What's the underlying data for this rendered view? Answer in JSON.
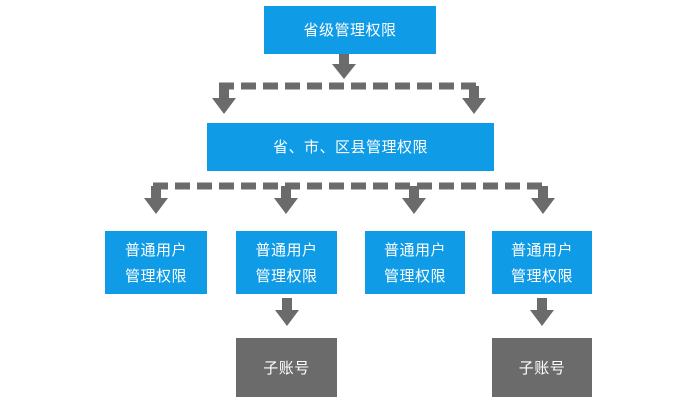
{
  "nodes": {
    "province": "省级管理权限",
    "multi_level": "省、市、区县管理权限",
    "user_1": {
      "line1": "普通用户",
      "line2": "管理权限"
    },
    "user_2": {
      "line1": "普通用户",
      "line2": "管理权限"
    },
    "user_3": {
      "line1": "普通用户",
      "line2": "管理权限"
    },
    "user_4": {
      "line1": "普通用户",
      "line2": "管理权限"
    },
    "sub_1": "子账号",
    "sub_2": "子账号"
  },
  "colors": {
    "node_blue": "#0f9be6",
    "node_gray": "#6b6b6b",
    "connector": "#6b6b6b"
  }
}
